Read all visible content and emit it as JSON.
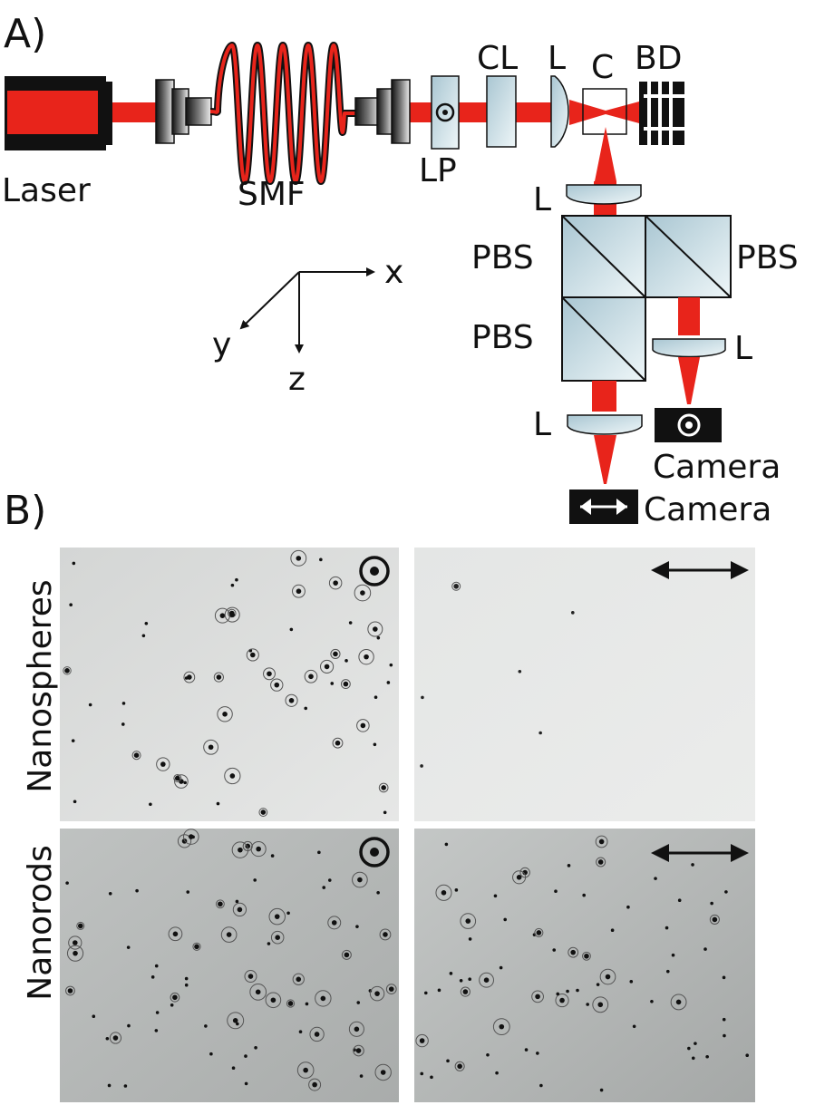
{
  "panel_a": {
    "label": "A)",
    "components": {
      "laser": "Laser",
      "smf": "SMF",
      "lp": "LP",
      "cl": "CL",
      "lens_top": "L",
      "cell": "C",
      "bd": "BD",
      "lens_after_cell": "L",
      "pbs_top_left": "PBS",
      "pbs_top_right": "PBS",
      "pbs_bottom": "PBS",
      "lens_right": "L",
      "lens_bottom": "L",
      "camera_right": "Camera",
      "camera_bottom": "Camera"
    },
    "axes": {
      "x": "x",
      "y": "y",
      "z": "z"
    },
    "colors": {
      "beam": "#e8241b",
      "fiber": "#e8241b",
      "optic": "#cfe3ea",
      "dark": "#111111"
    }
  },
  "panel_b": {
    "label": "B)",
    "rows": [
      "Nanospheres",
      "Nanorods"
    ],
    "polarization_icons": [
      "circle-dot-icon",
      "double-arrow-icon"
    ]
  }
}
